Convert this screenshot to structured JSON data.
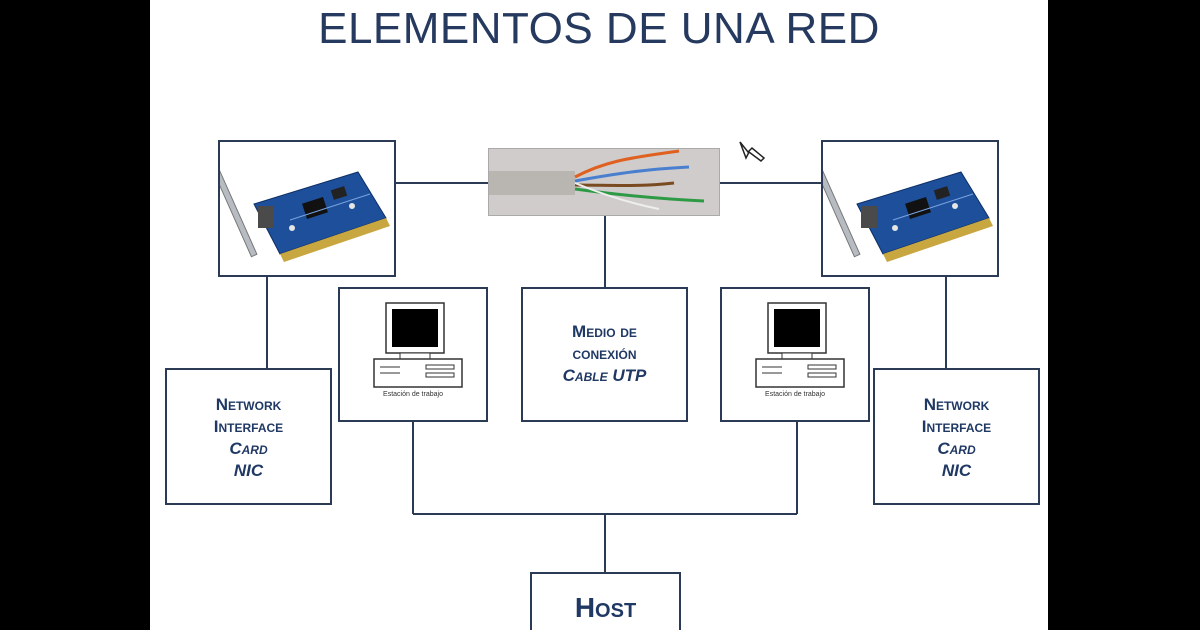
{
  "title": "ELEMENTOS DE UNA RED",
  "nic_left": {
    "line1": "Network",
    "line2": "Interface",
    "line3": "Card",
    "line4": "NIC"
  },
  "nic_right": {
    "line1": "Network",
    "line2": "Interface",
    "line3": "Card",
    "line4": "NIC"
  },
  "medium": {
    "line1": "Medio de",
    "line2": "conexión",
    "line3": "Cable UTP"
  },
  "workstation_left": {
    "caption": "Estación de trabajo"
  },
  "workstation_right": {
    "caption": "Estación de trabajo"
  },
  "host": {
    "label": "Host"
  },
  "images": {
    "nic_card": "network-interface-card",
    "cable": "utp-cable",
    "workstation": "desktop-computer"
  },
  "colors": {
    "title": "#26395f",
    "label": "#1f3864",
    "border": "#2b3a55",
    "frame": "#000000"
  }
}
